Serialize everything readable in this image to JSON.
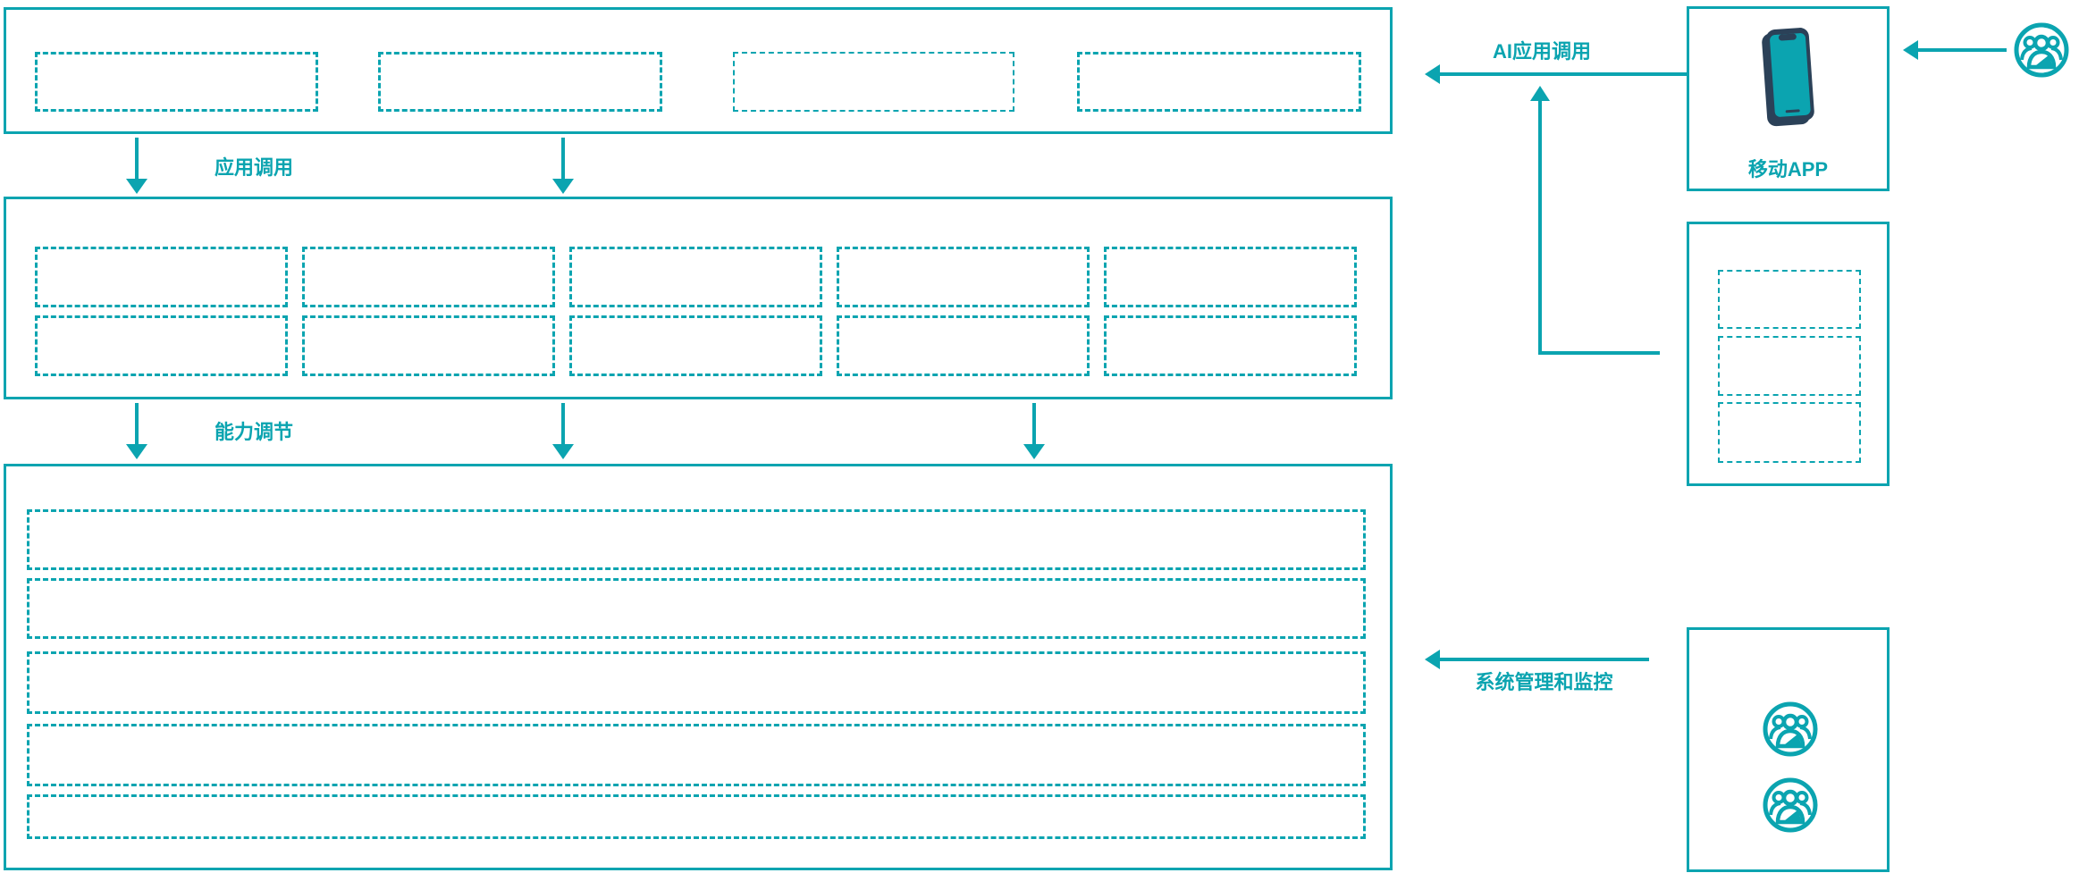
{
  "colors": {
    "accent": "#0ba4b0",
    "navy": "#2b4158"
  },
  "labels": {
    "app_call": "应用调用",
    "capability_adjust": "能力调节",
    "ai_app_call": "AI应用调用",
    "mobile_app": "移动APP",
    "system_admin": "系统管理和监控"
  },
  "icons": {
    "smartphone": "smartphone-icon",
    "user_group": "user-group-icon"
  },
  "structure": {
    "top_box_placeholders": 4,
    "middle_box_placeholder_rows": 2,
    "middle_box_placeholder_cols": 5,
    "bottom_box_placeholder_rows": 5,
    "right_apps_placeholders": 3,
    "admin_user_icons": 2
  }
}
